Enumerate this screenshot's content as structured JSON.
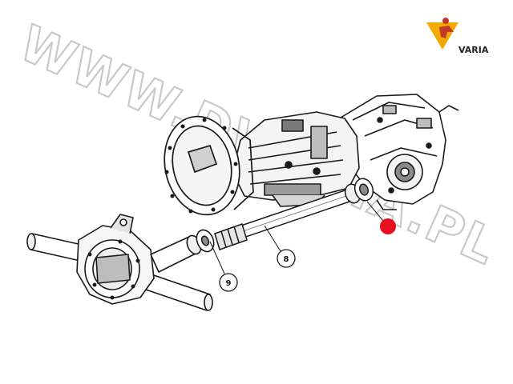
{
  "logo": {
    "text": "VARIA",
    "accent_color": "#f2a900",
    "figure_color": "#c0392b"
  },
  "watermark": {
    "text": "WWW.DWARIA.PL"
  },
  "callouts": [
    {
      "label": "8"
    },
    {
      "label": "9"
    }
  ],
  "marker": {
    "color": "#e8101e"
  },
  "colors": {
    "line": "#1a1a1a",
    "shade": "#6e6e6e",
    "paper": "#ffffff"
  }
}
